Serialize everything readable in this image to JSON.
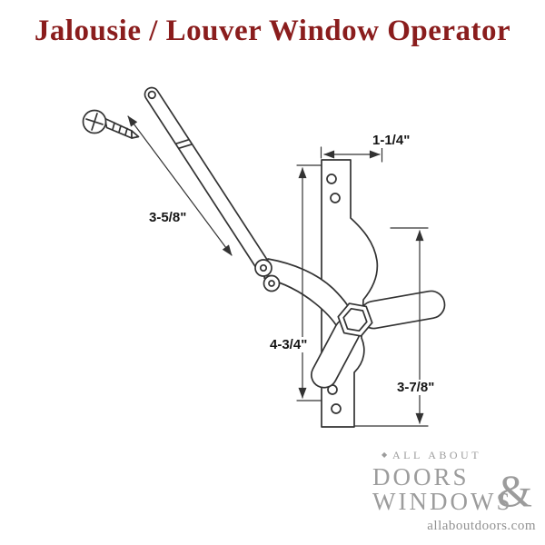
{
  "title": "Jalousie / Louver Window Operator",
  "dimensions": {
    "arm_length": "3-5/8\"",
    "bracket_width": "1-1/4\"",
    "left_height": "4-3/4\"",
    "right_height": "3-7/8\""
  },
  "logo": {
    "ornament": "◆",
    "tagline": "ALL ABOUT",
    "line1": "DOORS",
    "ampersand": "&",
    "line2": "WINDOWS",
    "website": "allaboutdoors.com"
  },
  "colors": {
    "title": "#8a1d1d",
    "line": "#333333",
    "logo_gray": "#9c9c9c"
  }
}
